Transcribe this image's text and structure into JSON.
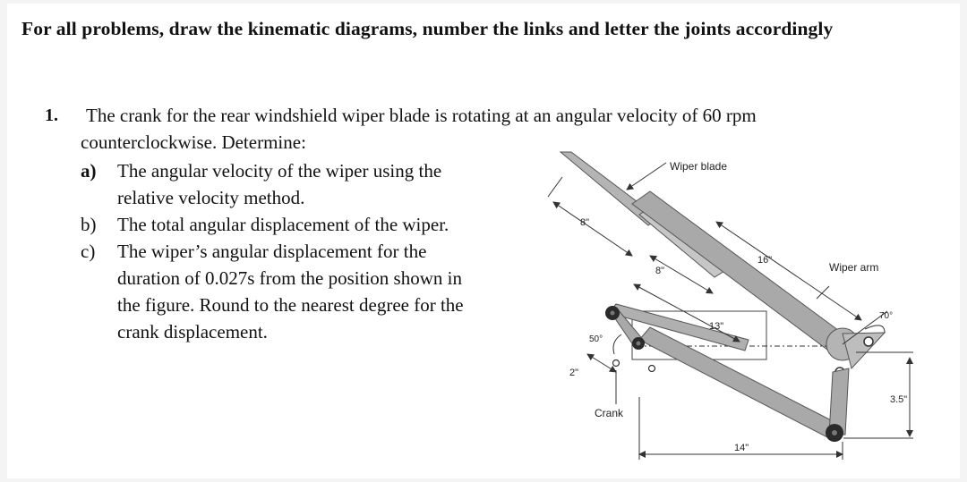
{
  "header": "For all problems, draw the kinematic diagrams, number the links and letter the joints accordingly",
  "problem": {
    "number": "1.",
    "statement_line1": "The crank for the rear windshield wiper blade is rotating at an angular velocity of 60 rpm",
    "statement_line2": "counterclockwise. Determine:",
    "items": [
      {
        "label": "a)",
        "lines": [
          "The angular velocity of the wiper using the",
          "relative velocity method."
        ]
      },
      {
        "label": "b)",
        "lines": [
          "The total angular displacement of the wiper."
        ]
      },
      {
        "label": "c)",
        "lines": [
          "The wiper’s angular displacement for the",
          "duration of 0.027s from the position shown in",
          "the figure. Round to the nearest degree for the",
          "crank displacement."
        ]
      }
    ]
  },
  "figure": {
    "labels": {
      "wiper_blade": "Wiper blade",
      "wiper_arm": "Wiper arm",
      "crank": "Crank",
      "dim_8_upper": "8\"",
      "dim_8_lower": "8\"",
      "dim_16": "16\"",
      "dim_13": "13\"",
      "dim_14": "14\"",
      "dim_3_5": "3.5\"",
      "dim_2": "2\"",
      "angle_50": "50°",
      "angle_70": "70°"
    },
    "colors": {
      "link_fill": "#b4b4b4",
      "link_stroke": "#555555",
      "dim_line": "#333333",
      "pin": "#2a2a2a"
    }
  }
}
